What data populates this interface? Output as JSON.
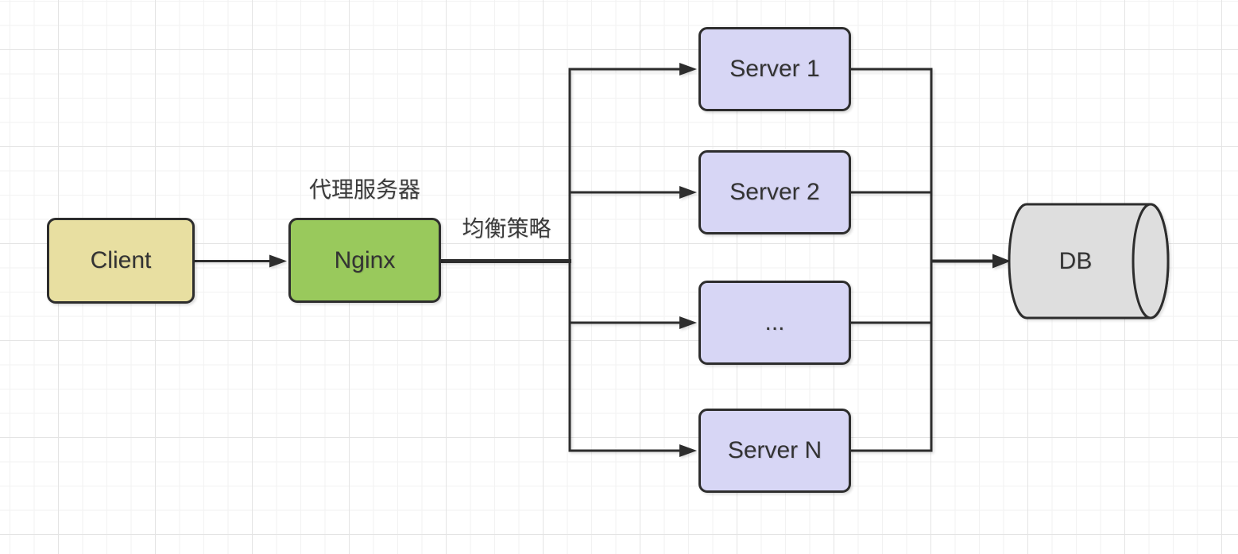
{
  "diagram": {
    "nodes": {
      "client": {
        "label": "Client"
      },
      "nginx": {
        "label": "Nginx"
      },
      "servers": [
        {
          "label": "Server 1"
        },
        {
          "label": "Server 2"
        },
        {
          "label": "..."
        },
        {
          "label": "Server N"
        }
      ],
      "db": {
        "label": "DB"
      }
    },
    "annotations": {
      "proxy_server": "代理服务器",
      "load_balance_strategy": "均衡策略"
    },
    "edges": [
      {
        "from": "Client",
        "to": "Nginx"
      },
      {
        "from": "Nginx",
        "to": "Server 1"
      },
      {
        "from": "Nginx",
        "to": "Server 2"
      },
      {
        "from": "Nginx",
        "to": "..."
      },
      {
        "from": "Nginx",
        "to": "Server N"
      },
      {
        "from": "Server 1",
        "to": "DB"
      },
      {
        "from": "Server 2",
        "to": "DB"
      },
      {
        "from": "...",
        "to": "DB"
      },
      {
        "from": "Server N",
        "to": "DB"
      }
    ],
    "colors": {
      "client_fill": "#e8dfa1",
      "nginx_fill": "#99c95c",
      "server_fill": "#d7d6f5",
      "db_fill": "#dedede",
      "stroke": "#2d2d2d",
      "text": "#333333",
      "grid_minor": "#f2f2f2",
      "grid_major": "#e4e4e4",
      "background": "#ffffff"
    }
  }
}
